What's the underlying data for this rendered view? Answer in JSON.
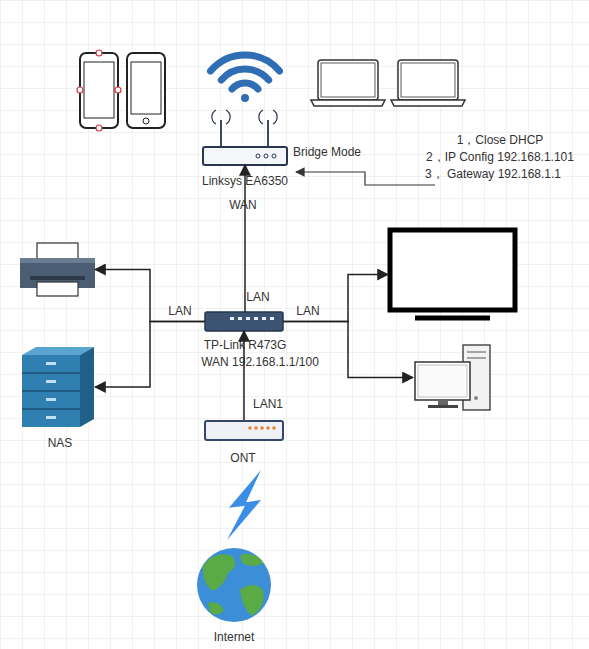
{
  "diagram": {
    "nodes": [
      {
        "text": [
          "Linksys EA6350"
        ]
      },
      {
        "text": []
      },
      {
        "text": []
      },
      {
        "text": [
          "TP-Link R473G",
          "WAN 192.168.1.1/100"
        ]
      },
      {
        "text": [
          "NAS"
        ]
      },
      {
        "text": []
      },
      {
        "text": [
          "ONT"
        ]
      },
      {
        "text": [
          "Internet"
        ]
      }
    ],
    "edges": [
      {
        "from": 3,
        "to": 0,
        "label": "LAN",
        "arrow": "to"
      },
      {
        "from": 3,
        "to": 1,
        "label": "LAN",
        "arrow": "to"
      },
      {
        "from": 3,
        "to": 4,
        "arrow": "to"
      },
      {
        "from": 3,
        "to": 2,
        "label": "LAN",
        "arrow": "to"
      },
      {
        "from": 3,
        "to": 5,
        "arrow": "to"
      },
      {
        "from": 6,
        "to": 3,
        "label": "LAN1",
        "arrow": "to"
      },
      {
        "from": 7,
        "to": 6,
        "arrow": "none"
      }
    ],
    "labels": [
      "Bridge Mode",
      "1，Close DHCP",
      "2，IP Config 192.168.1.101",
      "3， Gateway 192.168.1.1",
      "WAN"
    ]
  }
}
